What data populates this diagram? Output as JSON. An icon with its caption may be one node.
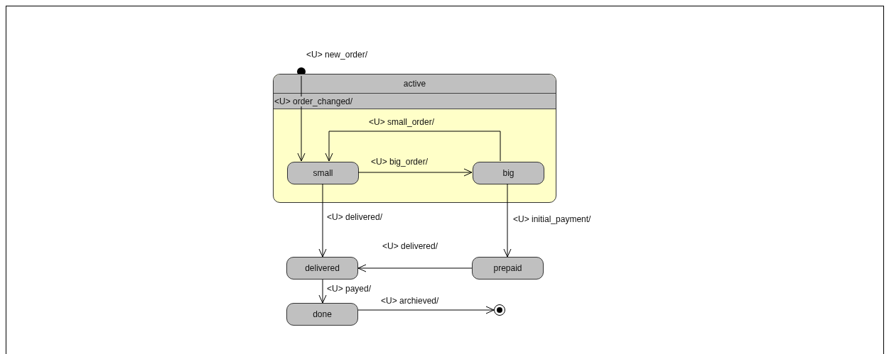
{
  "diagram": {
    "nodes": [
      {
        "text": [],
        "shape": "circle"
      },
      {
        "text": [
          "active",
          "<U> order_changed/"
        ]
      },
      {
        "text": [
          "small"
        ],
        "in": 1
      },
      {
        "text": [
          "big"
        ],
        "in": 1
      },
      {
        "text": [
          "delivered"
        ]
      },
      {
        "text": [
          "prepaid"
        ]
      },
      {
        "text": [
          "done"
        ]
      },
      {
        "text": [],
        "shape": "circle"
      }
    ],
    "edges": [
      {
        "from": 0,
        "to": 2,
        "arrow": "to",
        "label": "<U> new_order/"
      },
      {
        "from": 3,
        "to": 2,
        "arrow": "to",
        "label": "<U> small_order/"
      },
      {
        "from": 2,
        "to": 3,
        "arrow": "to",
        "label": "<U> big_order/"
      },
      {
        "from": 2,
        "to": 4,
        "arrow": "to",
        "label": "<U> delivered/"
      },
      {
        "from": 3,
        "to": 5,
        "arrow": "to",
        "label": "<U> initial_payment/"
      },
      {
        "from": 5,
        "to": 4,
        "arrow": "to",
        "label": "<U> delivered/"
      },
      {
        "from": 4,
        "to": 6,
        "arrow": "to",
        "label": "<U> payed/"
      },
      {
        "from": 6,
        "to": 7,
        "arrow": "to",
        "label": "<U> archieved/"
      }
    ]
  }
}
